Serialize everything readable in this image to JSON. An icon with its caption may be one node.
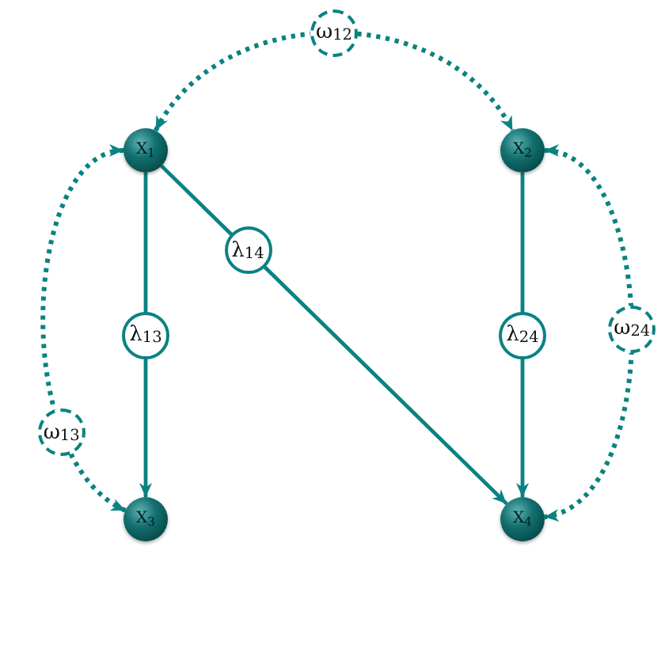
{
  "diagram": {
    "nodes": [
      {
        "text": [
          "X$_{1}$"
        ]
      },
      {
        "text": [
          "X$_{2}$"
        ]
      },
      {
        "text": [
          "X$_{3}$"
        ]
      },
      {
        "text": [
          "X$_{4}$"
        ]
      }
    ],
    "edges": [
      {
        "from": 0,
        "to": 1,
        "arrow": "both",
        "label": "ω$_{12}$",
        "style": "dashed"
      },
      {
        "from": 0,
        "to": 2,
        "arrow": "to",
        "label": "λ$_{13}$"
      },
      {
        "from": 0,
        "to": 3,
        "arrow": "to",
        "label": "λ$_{14}$"
      },
      {
        "from": 1,
        "to": 3,
        "arrow": "to",
        "label": "λ$_{24}$"
      },
      {
        "from": 0,
        "to": 2,
        "arrow": "both",
        "label": "ω$_{13}$",
        "style": "dashed"
      },
      {
        "from": 1,
        "to": 3,
        "arrow": "both",
        "label": "ω$_{24}$",
        "style": "dashed"
      }
    ]
  }
}
